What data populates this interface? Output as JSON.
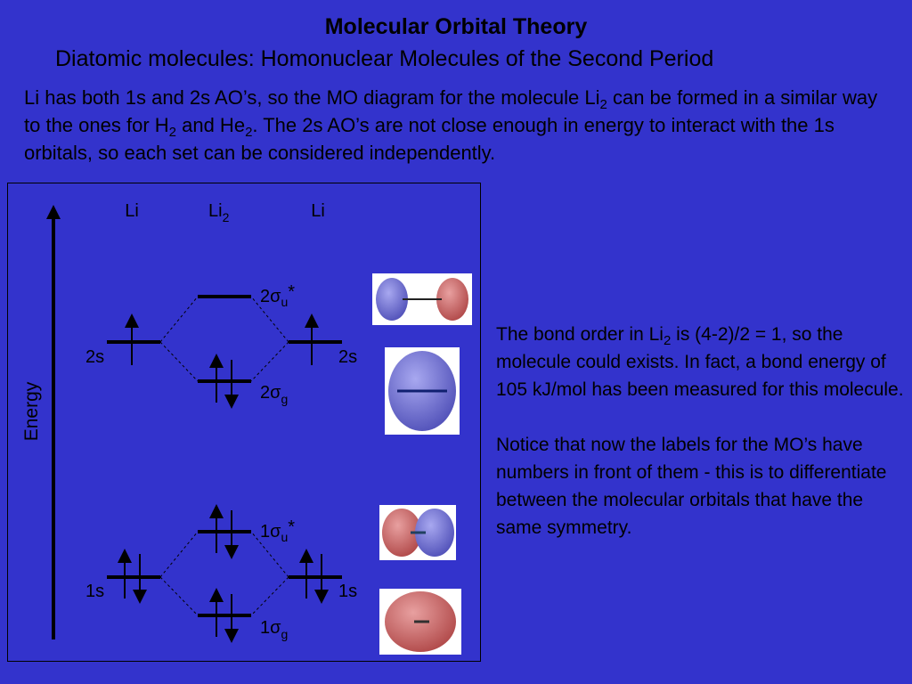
{
  "title": "Molecular Orbital Theory",
  "subtitle": "Diatomic molecules: Homonuclear Molecules of the Second Period",
  "intro": {
    "p1a": "Li has both 1s and 2s AO’s, so the MO diagram for the molecule Li",
    "p1sub": "2",
    "p1b": " can be formed in a similar way to the ones for H",
    "p1sub2": "2",
    "p1c": " and He",
    "p1sub3": "2",
    "p1d": ".  The 2s AO’s are not close enough in energy to interact with the 1s orbitals, so each set can be considered independently."
  },
  "diagram": {
    "left_atom": "Li",
    "molecule": "Li",
    "molecule_sub": "2",
    "right_atom": "Li",
    "energy_label": "Energy",
    "ao_2s_left": "2s",
    "ao_2s_right": "2s",
    "ao_1s_left": "1s",
    "ao_1s_right": "1s",
    "mo_2su_num": "2",
    "mo_2su_sym": "σ",
    "mo_2su_sub": "u",
    "mo_2su_star": "*",
    "mo_2sg_num": "2",
    "mo_2sg_sym": "σ",
    "mo_2sg_sub": "g",
    "mo_1su_num": "1",
    "mo_1su_sym": "σ",
    "mo_1su_sub": "u",
    "mo_1su_star": "*",
    "mo_1sg_num": "1",
    "mo_1sg_sym": "σ",
    "mo_1sg_sub": "g",
    "colors": {
      "background": "#3333cc",
      "lobe_red": "#c86060",
      "lobe_blue": "#6a6ad0"
    }
  },
  "bond_text": {
    "a": "The bond order in Li",
    "sub": "2",
    "b": " is (4-2)/2 = 1, so the molecule could exists.  In fact, a bond energy of 105 kJ/mol has been measured for this molecule."
  },
  "notice_text": "Notice that now the labels for the MO’s have numbers in front of them - this is to differentiate between the molecular orbitals that have the same symmetry."
}
